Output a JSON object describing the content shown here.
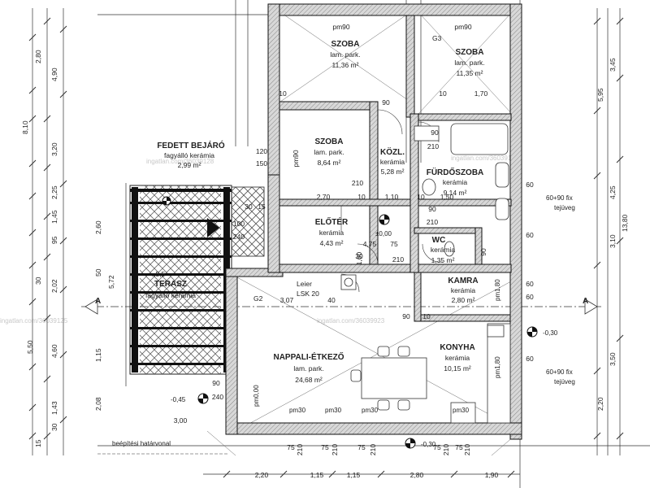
{
  "rooms": [
    {
      "name": "SZOBA",
      "floor": "lam. park.",
      "area": "11,36 m²",
      "pm": "pm90"
    },
    {
      "name": "SZOBA",
      "floor": "lam. park.",
      "area": "11,35 m²",
      "pm": "pm90"
    },
    {
      "name": "SZOBA",
      "floor": "lam. park.",
      "area": "8,64 m²",
      "pm": "pm90"
    },
    {
      "name": "KÖZL.",
      "floor": "kerámia",
      "area": "5,28 m²"
    },
    {
      "name": "FÜRDŐSZOBA",
      "floor": "kerámia",
      "area": "9,14 m²"
    },
    {
      "name": "ELŐTÉR",
      "floor": "kerámia",
      "area": "4,43 m²"
    },
    {
      "name": "WC",
      "floor": "kerámia",
      "area": "1,35 m²"
    },
    {
      "name": "KAMRA",
      "floor": "kerámia",
      "area": "2,80 m²"
    },
    {
      "name": "NAPPALI-ÉTKEZŐ",
      "floor": "lam. park.",
      "area": "24,68 m²"
    },
    {
      "name": "KONYHA",
      "floor": "kerámia",
      "area": "10,15 m²"
    },
    {
      "name": "FEDETT BEJÁRÓ",
      "floor": "fagyálló kerámia",
      "area": "2,99 m²"
    },
    {
      "name": "TERASZ",
      "floor": "fagyálló kerámia",
      "area": "..5,5"
    }
  ],
  "labels": {
    "leier": "Leier",
    "lsk": "LSK 20",
    "g2": "G2",
    "g3": "G3",
    "section_a_left": "A",
    "section_a_right": "A",
    "level_zero": "±0,00",
    "level_minus_030a": "-0,30",
    "level_minus_030b": "-0,30",
    "level_minus_045": "-0,45",
    "boundary": "beépítési határvonal",
    "pm30": "pm30",
    "pm000": "pm0,00",
    "pm180a": "pm1,80",
    "pm180b": "pm1,80",
    "window_fix_a": "60+90 fix",
    "window_glass_a": "tejüveg",
    "window_fix_b": "60+90 fix",
    "window_glass_b": "tejüveg",
    "watermark_1": "ingatlan.com/36039923",
    "watermark_2": "ingatlan.com/36039125",
    "watermark_3": "ingatlan.com/36039128"
  },
  "dims": {
    "top_left_col": [
      "2,80",
      "4,90",
      "3,20",
      "2,25",
      "1,45",
      "95",
      "2,60",
      "30",
      "2,02",
      "5,72",
      "50",
      "4,60",
      "5,50",
      "1,15",
      "1,43",
      "2,08",
      "30",
      "15"
    ],
    "left_outer": [
      "8,10"
    ],
    "right_col": [
      "3,45",
      "5,95",
      "4,25",
      "3,10",
      "13,80",
      "2,20",
      "3,50"
    ],
    "bottom_row": [
      "2,20",
      "1,15",
      "1,15",
      "2,80",
      "1,90"
    ],
    "bottom_openings": [
      "75",
      "210",
      "75",
      "210",
      "75",
      "210",
      "75",
      "210",
      "75",
      "210"
    ],
    "bottom_left": [
      "3,00",
      "240",
      "90"
    ],
    "inner": [
      "2,70",
      "10",
      "1,10",
      "10",
      "1,50",
      "10",
      "1,70",
      "10",
      "3,07",
      "40",
      "120",
      "150",
      "1,60",
      "75",
      "210",
      "90",
      "210",
      "60",
      "60",
      "60",
      "60",
      "60",
      "90",
      "90",
      "90",
      "90",
      "30",
      "15",
      "30",
      "10",
      "100",
      "240",
      "210",
      "210",
      "4,75"
    ]
  }
}
